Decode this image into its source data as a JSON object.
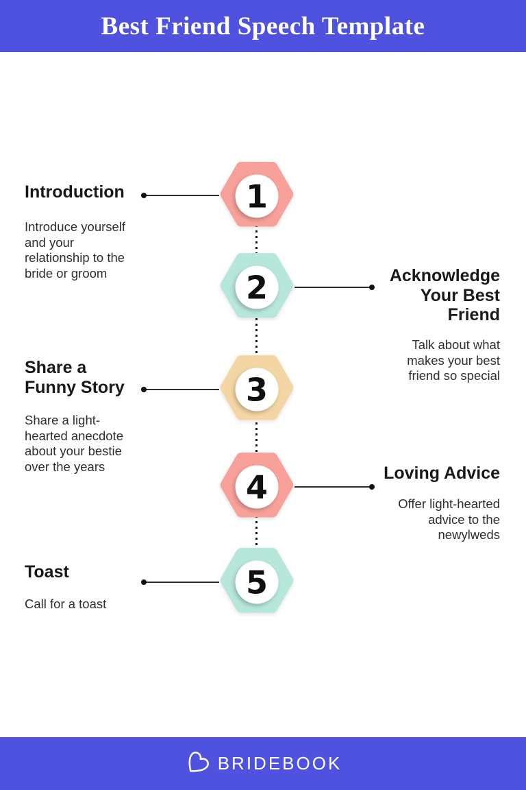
{
  "header": {
    "title": "Best Friend Speech Template"
  },
  "colors": {
    "banner_purple": "#4F52DE",
    "salmon": "#F8A19A",
    "teal": "#B7E6DB",
    "tan": "#F3D6A3"
  },
  "steps": [
    {
      "number": "1",
      "side": "left",
      "color": "#F8A19A",
      "title": "Introduction",
      "body": "Introduce yourself\nand your\nrelationship to the\nbride or groom"
    },
    {
      "number": "2",
      "side": "right",
      "color": "#B7E6DB",
      "title": "Acknowledge\nYour Best\nFriend",
      "body": "Talk about what\nmakes your best\nfriend so special"
    },
    {
      "number": "3",
      "side": "left",
      "color": "#F3D6A3",
      "title": "Share a\nFunny Story",
      "body": "Share a light-\nhearted anecdote\nabout your bestie\nover the years"
    },
    {
      "number": "4",
      "side": "right",
      "color": "#F8A19A",
      "title": "Loving Advice",
      "body": "Offer light-hearted\nadvice to the\nnewylweds"
    },
    {
      "number": "5",
      "side": "left",
      "color": "#B7E6DB",
      "title": "Toast",
      "body": "Call for a toast"
    }
  ],
  "footer": {
    "brand": "BRIDEBOOK",
    "logo": "bridebook-heart-logo-icon"
  }
}
